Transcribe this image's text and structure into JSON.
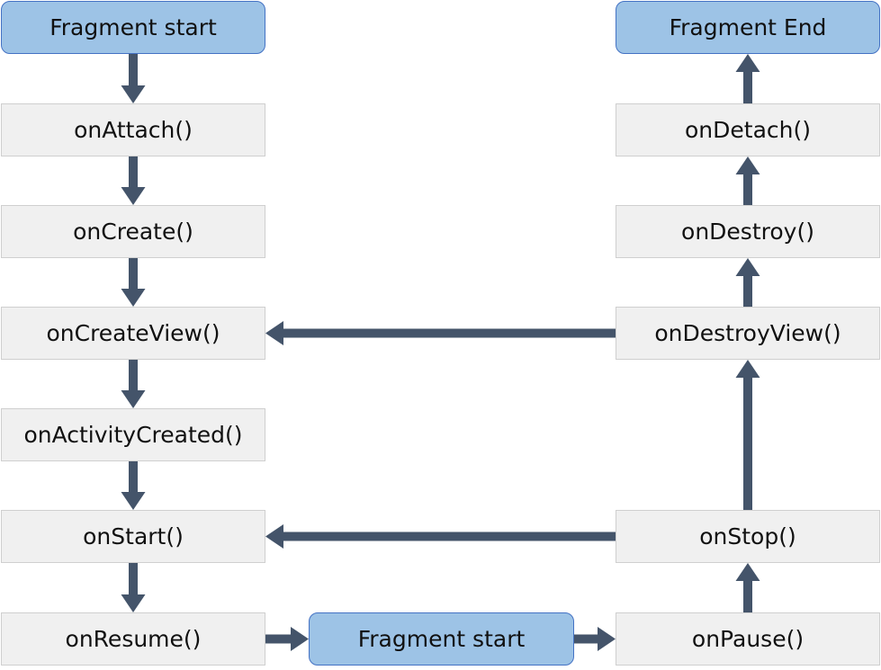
{
  "colors": {
    "terminal_fill": "#9dc3e6",
    "terminal_border": "#4472c4",
    "method_fill": "#f0f0f0",
    "arrow": "#44546a"
  },
  "nodes": {
    "fragment_start_top": "Fragment start",
    "on_attach": "onAttach()",
    "on_create": "onCreate()",
    "on_create_view": "onCreateView()",
    "on_activity_created": "onActivityCreated()",
    "on_start": "onStart()",
    "on_resume": "onResume()",
    "fragment_start_bottom": "Fragment start",
    "on_pause": "onPause()",
    "on_stop": "onStop()",
    "on_destroy_view": "onDestroyView()",
    "on_destroy": "onDestroy()",
    "on_detach": "onDetach()",
    "fragment_end": "Fragment End"
  },
  "edges": [
    {
      "from": "fragment_start_top",
      "to": "on_attach"
    },
    {
      "from": "on_attach",
      "to": "on_create"
    },
    {
      "from": "on_create",
      "to": "on_create_view"
    },
    {
      "from": "on_create_view",
      "to": "on_activity_created"
    },
    {
      "from": "on_activity_created",
      "to": "on_start"
    },
    {
      "from": "on_start",
      "to": "on_resume"
    },
    {
      "from": "on_resume",
      "to": "fragment_start_bottom"
    },
    {
      "from": "fragment_start_bottom",
      "to": "on_pause"
    },
    {
      "from": "on_pause",
      "to": "on_stop"
    },
    {
      "from": "on_stop",
      "to": "on_destroy_view"
    },
    {
      "from": "on_destroy_view",
      "to": "on_destroy"
    },
    {
      "from": "on_destroy",
      "to": "on_detach"
    },
    {
      "from": "on_detach",
      "to": "fragment_end"
    },
    {
      "from": "on_destroy_view",
      "to": "on_create_view"
    },
    {
      "from": "on_stop",
      "to": "on_start"
    }
  ]
}
